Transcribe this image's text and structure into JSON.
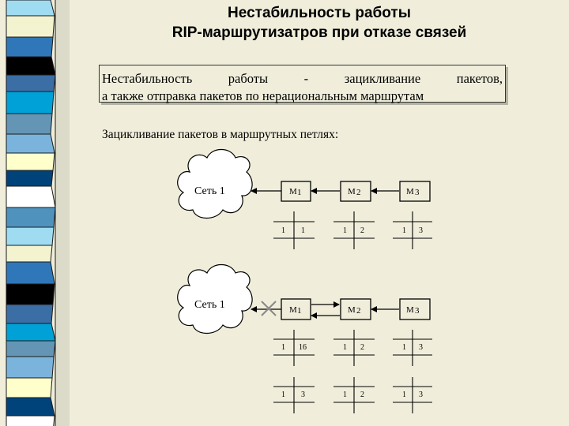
{
  "slide": {
    "title_line1": "Нестабильность работы",
    "title_line2": "RIP-маршрутизатров при отказе связей",
    "info_line1": "Нестабильность работы - зацикливание пакетов,",
    "info_line2": "а также отправка пакетов по нерациональным маршрутам",
    "subtitle": "Зацикливание пакетов в маршрутных петлях:"
  },
  "diagram": {
    "cloud_label": "Сеть 1",
    "routers": [
      {
        "letter": "М",
        "index": "1"
      },
      {
        "letter": "М",
        "index": "2"
      },
      {
        "letter": "М",
        "index": "3"
      }
    ],
    "scenario1_tables": [
      [
        "1",
        "1"
      ],
      [
        "1",
        "2"
      ],
      [
        "1",
        "3"
      ]
    ],
    "scenario2_tables_a": [
      [
        "1",
        "16"
      ],
      [
        "1",
        "2"
      ],
      [
        "1",
        "3"
      ]
    ],
    "scenario2_tables_b": [
      [
        "1",
        "3"
      ],
      [
        "1",
        "2"
      ],
      [
        "1",
        "3"
      ]
    ]
  },
  "colors": {
    "stripe_palette": [
      "#00427a",
      "#2f77b8",
      "#7ab4dc",
      "#9fdcf2",
      "#00a1d6",
      "#ffffff",
      "#000000",
      "#ffffcc",
      "#f3f3d0",
      "#6495b4",
      "#4f92be",
      "#3a6ea5"
    ],
    "background": "#f0eedb",
    "cloud_fill": "#ffffff"
  }
}
